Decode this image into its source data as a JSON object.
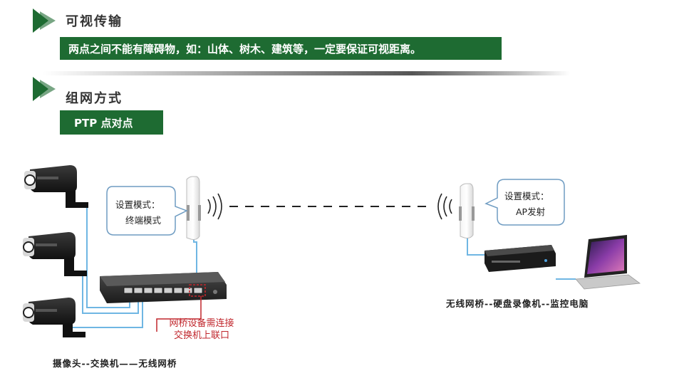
{
  "section1": {
    "title": "可视传输",
    "banner": "两点之间不能有障碍物，如：山体、树木、建筑等，一定要保证可视距离。"
  },
  "section2": {
    "title": "组网方式",
    "tag": "PTP  点对点"
  },
  "bubbles": {
    "left_line1": "设置模式：",
    "left_line2": "终端模式",
    "right_line1": "设置模式：",
    "right_line2": "AP发射"
  },
  "labels": {
    "switch_note_line1": "网桥设备需连接",
    "switch_note_line2": "交换机上联口",
    "left_caption": "摄像头--交换机——无线网桥",
    "right_caption": "无线网桥--硬盘录像机--监控电脑"
  },
  "colors": {
    "accent_green": "#1e6b32",
    "cable_blue": "#6fb6e3",
    "note_red": "#c0262c"
  }
}
